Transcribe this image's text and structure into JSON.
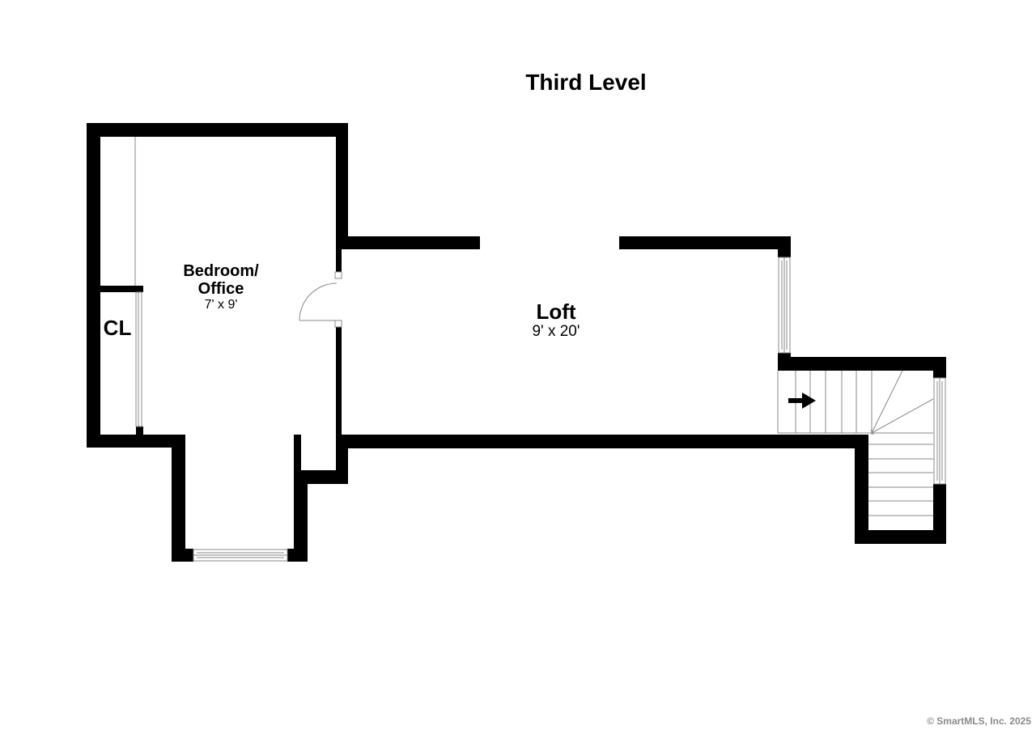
{
  "title": "Third Level",
  "rooms": {
    "bedroom": {
      "name_line1": "Bedroom/",
      "name_line2": "Office",
      "dimensions": "7' x 9'"
    },
    "closet": {
      "name": "CL"
    },
    "loft": {
      "name": "Loft",
      "dimensions": "9' x 20'"
    }
  },
  "copyright": "© SmartMLS, Inc.  2025",
  "colors": {
    "wall": "#000000",
    "fixture": "#888888",
    "background": "#ffffff"
  }
}
